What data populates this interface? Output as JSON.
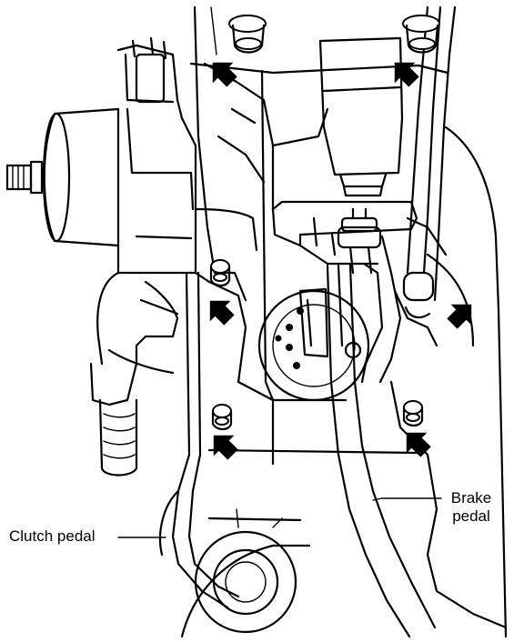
{
  "labels": {
    "clutch_pedal": "Clutch pedal",
    "brake_pedal_line1": "Brake",
    "brake_pedal_line2": "pedal"
  },
  "colors": {
    "ink": "#000000",
    "paper": "#ffffff"
  },
  "markers": {
    "arrow_count": 6,
    "arrow_icon": "bold-pointer-arrow-icon"
  }
}
